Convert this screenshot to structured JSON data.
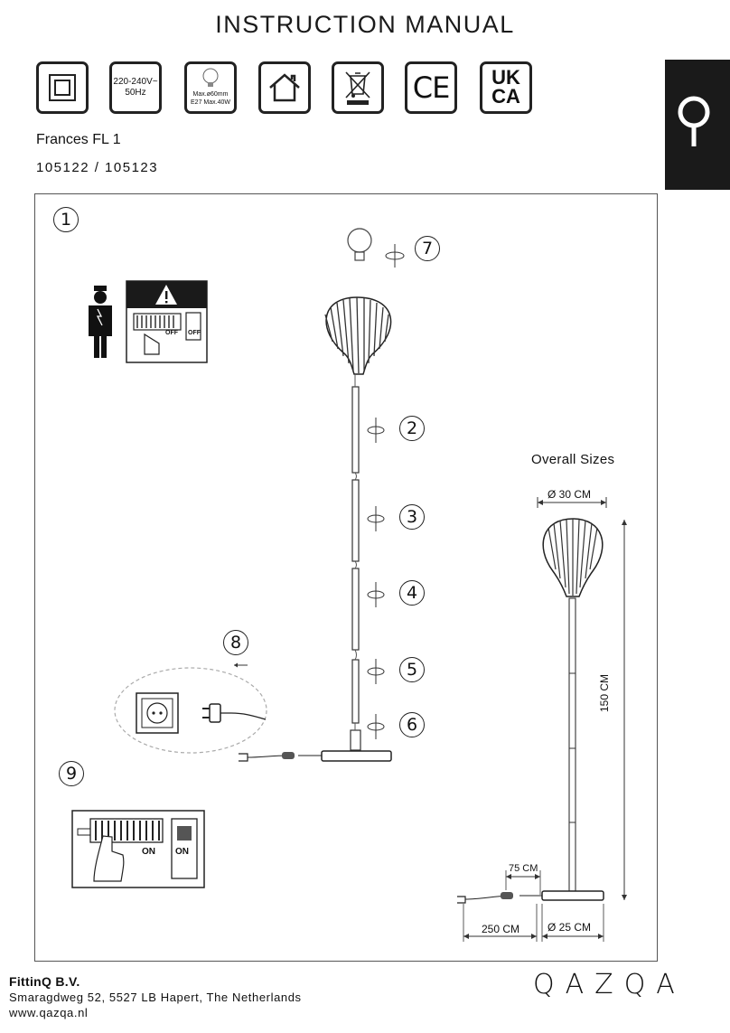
{
  "header": {
    "title": "INSTRUCTION MANUAL",
    "product_name": "Frances FL 1",
    "product_codes": "105122 / 105123"
  },
  "icons": {
    "voltage_line1": "220-240V~",
    "voltage_line2": "50Hz",
    "bulb_line1": "Max.ø60mm",
    "bulb_line2": "E27 Max.40W",
    "ce_mark": "CE",
    "ukca_line1": "UK",
    "ukca_line2": "CA"
  },
  "steps": {
    "s1": "1",
    "s2": "2",
    "s3": "3",
    "s4": "4",
    "s5": "5",
    "s6": "6",
    "s7": "7",
    "s8": "8",
    "s9": "9"
  },
  "switch_labels": {
    "off": "OFF",
    "on": "ON"
  },
  "sizes": {
    "heading": "Overall  Sizes",
    "shade_diameter": "Ø  30 CM",
    "height": "150 CM",
    "switch_distance": "75 CM",
    "cable_length": "250 CM",
    "base_diameter": "Ø  25 CM"
  },
  "footer": {
    "company": "FittinQ B.V.",
    "address": "Smaragdweg 52, 5527 LB Hapert, The Netherlands",
    "website": "www.qazqa.nl",
    "wordmark": "QAZQA"
  },
  "colors": {
    "ink": "#1a1a1a",
    "brand_block": "#1a1a1a",
    "frame": "#555555"
  }
}
